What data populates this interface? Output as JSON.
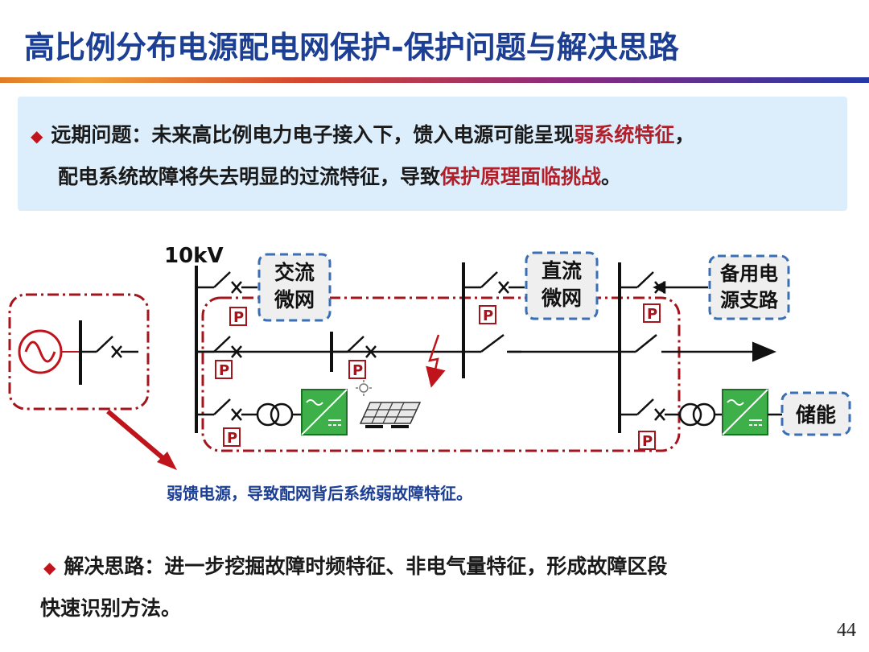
{
  "title": "高比例分布电源配电网保护-保护问题与解决思路",
  "issue": {
    "line1_pre": "远期问题：未来高比例电力电子接入下，馈入电源可能呈现",
    "line1_em": "弱系统特征",
    "line1_post": "，",
    "line2_pre": "配电系统故障将失去明显的过流特征，导致",
    "line2_em": "保护原理面临挑战",
    "line2_post": "。"
  },
  "diagram": {
    "voltage_label": "10kV",
    "ac_microgrid": [
      "交流",
      "微网"
    ],
    "dc_microgrid": [
      "直流",
      "微网"
    ],
    "backup": [
      "备用电",
      "源支路"
    ],
    "storage": "储能",
    "protection_mark": "P"
  },
  "weak_note": "弱馈电源，导致配网背后系统弱故障特征。",
  "solution": {
    "line1": "解决思路：进一步挖掘故障时频特征、非电气量特征，形成故障区段",
    "line2": "快速识别方法。"
  },
  "page_number": "44",
  "colors": {
    "title": "#1c3f94",
    "emphasis": "#b0202a",
    "dash_red": "#a3141c",
    "dash_blue": "#3a6fb5",
    "converter": "#3db04a"
  }
}
